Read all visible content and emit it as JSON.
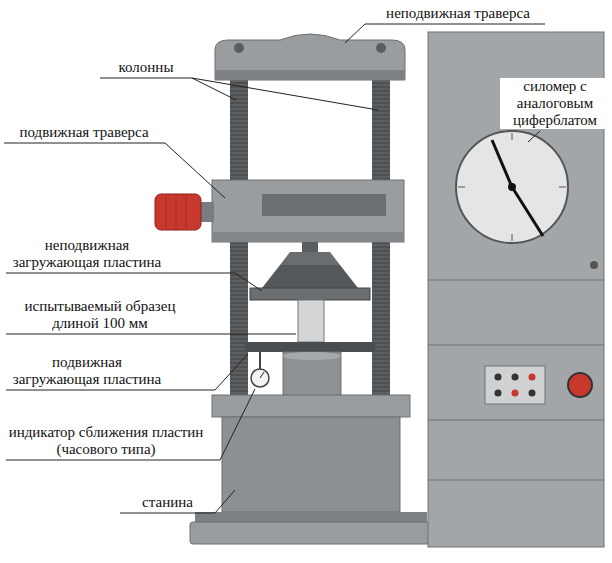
{
  "diagram": {
    "labels": [
      "неподвижная траверса",
      "колонны",
      "подвижная траверса",
      "силомер с аналоговым циферблатом",
      "неподвижная загружающая пластина",
      "испытываемый образец длиной 100 мм",
      "подвижная загружающая пластина",
      "индикатор сближения пластин (часового типа)",
      "станина"
    ]
  }
}
